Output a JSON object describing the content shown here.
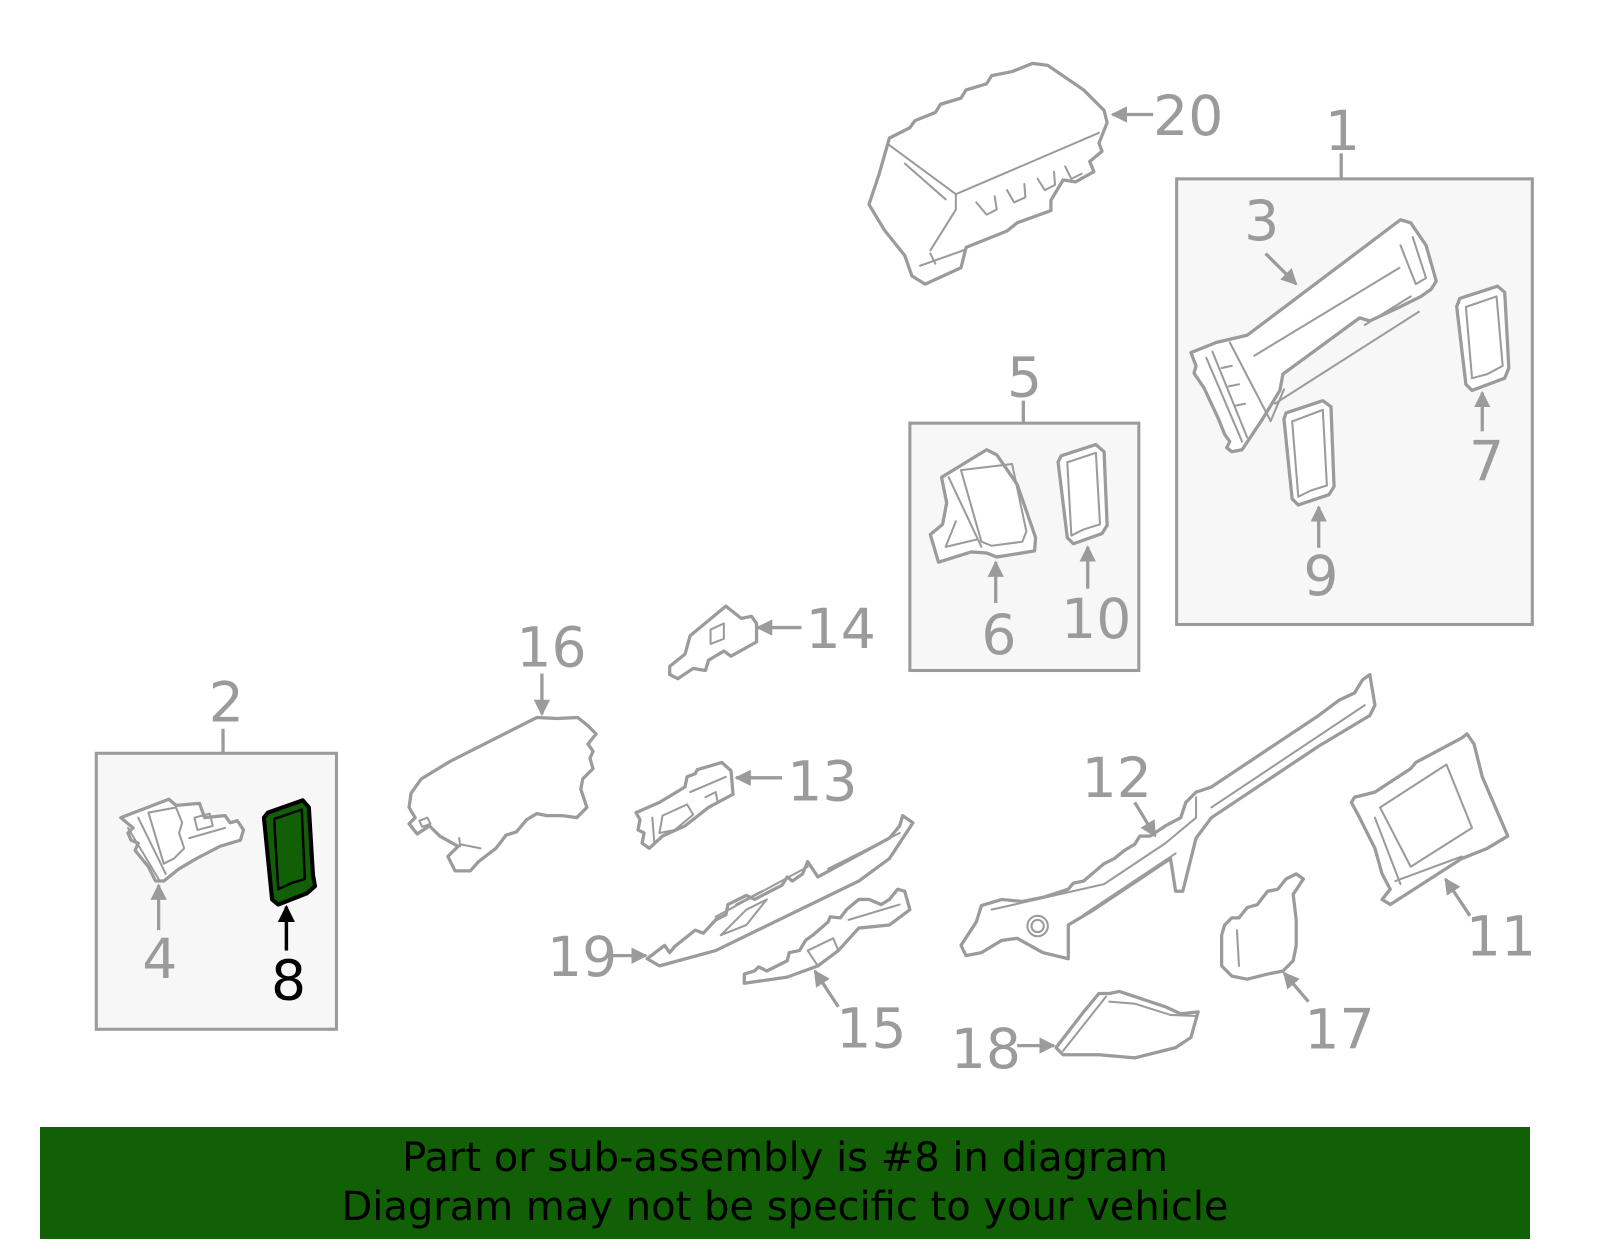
{
  "diagram": {
    "highlighted_part": "8",
    "highlight_color": "#116006",
    "line_color": "#9b9b9b",
    "callouts": {
      "c1": "1",
      "c2": "2",
      "c3": "3",
      "c4": "4",
      "c5": "5",
      "c6": "6",
      "c7": "7",
      "c8": "8",
      "c9": "9",
      "c10": "10",
      "c11": "11",
      "c12": "12",
      "c13": "13",
      "c14": "14",
      "c15": "15",
      "c16": "16",
      "c17": "17",
      "c18": "18",
      "c19": "19",
      "c20": "20"
    },
    "groups": [
      {
        "label": "1",
        "contains": [
          "3",
          "7",
          "9"
        ]
      },
      {
        "label": "5",
        "contains": [
          "6",
          "10"
        ]
      },
      {
        "label": "2",
        "contains": [
          "4",
          "8"
        ]
      }
    ]
  },
  "banner": {
    "line1": "Part or sub-assembly is #8 in diagram",
    "line2": "Diagram may not be specific to your vehicle"
  }
}
